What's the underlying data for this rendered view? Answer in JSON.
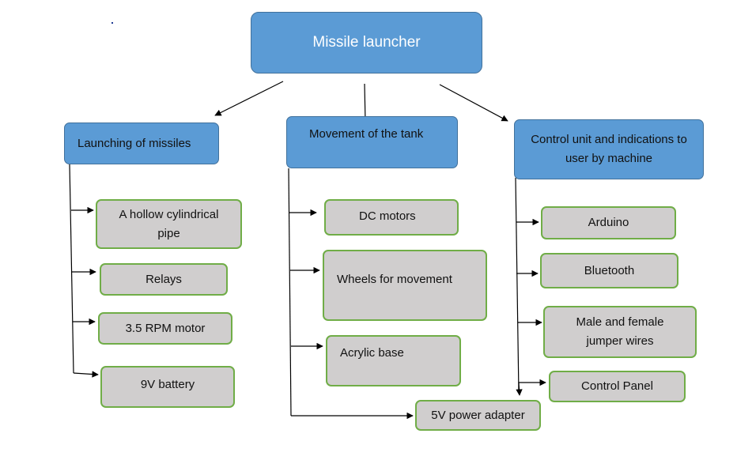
{
  "root": {
    "label": "Missile launcher"
  },
  "categories": [
    {
      "label": "Launching of missiles"
    },
    {
      "label": "Movement of the tank"
    },
    {
      "label": "Control unit and indications to user by machine"
    }
  ],
  "components": {
    "launching": [
      "A hollow cylindrical pipe",
      "Relays",
      "3.5 RPM motor",
      "9V battery"
    ],
    "movement": [
      "DC motors",
      "Wheels for movement",
      "Acrylic base",
      "5V power adapter"
    ],
    "control": [
      "Arduino",
      "Bluetooth",
      "Male and female jumper wires",
      "Control Panel"
    ]
  },
  "colors": {
    "header_fill": "#5b9bd5",
    "header_border": "#41719c",
    "component_fill": "#d0cece",
    "component_border": "#70ad47"
  }
}
